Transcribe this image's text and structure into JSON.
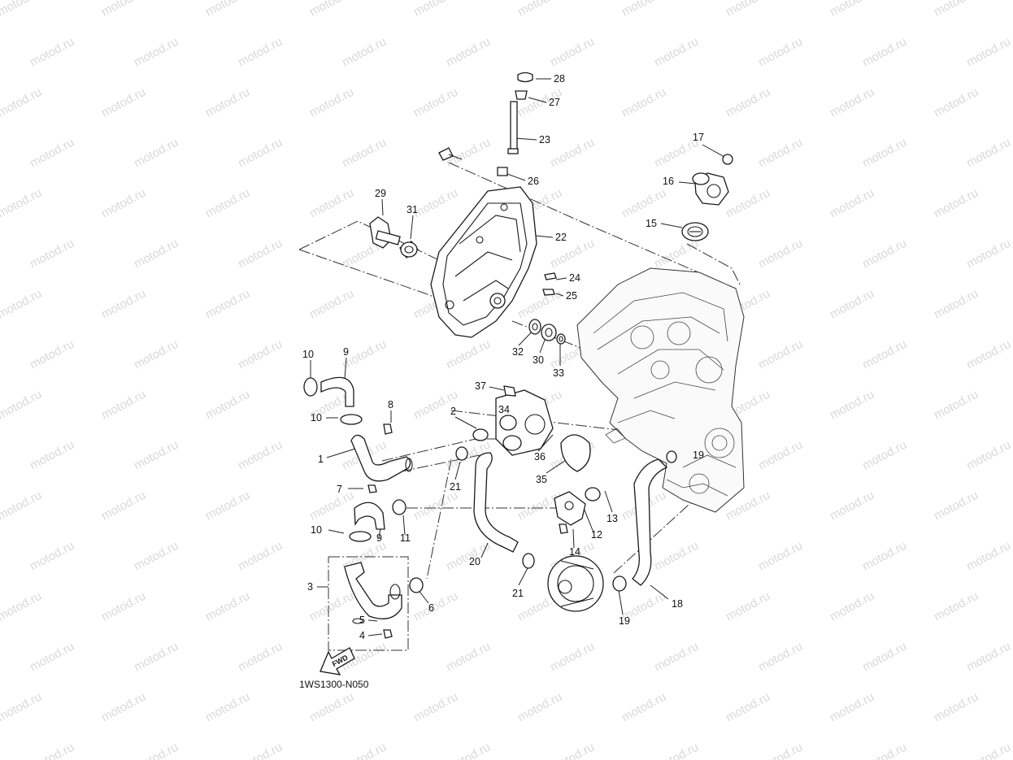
{
  "watermark": "motod.ru",
  "diagram_code": "1WS1300-N050",
  "fwd_label": "FWD",
  "labels": {
    "l1": "1",
    "l2": "2",
    "l3": "3",
    "l4": "4",
    "l5": "5",
    "l6": "6",
    "l7": "7",
    "l8": "8",
    "l9a": "9",
    "l9b": "9",
    "l10a": "10",
    "l10b": "10",
    "l10c": "10",
    "l11": "11",
    "l12": "12",
    "l13": "13",
    "l14": "14",
    "l15": "15",
    "l16": "16",
    "l17": "17",
    "l18": "18",
    "l19a": "19",
    "l19b": "19",
    "l20": "20",
    "l21a": "21",
    "l21b": "21",
    "l22": "22",
    "l23": "23",
    "l24": "24",
    "l25": "25",
    "l26": "26",
    "l27": "27",
    "l28": "28",
    "l29": "29",
    "l30": "30",
    "l31": "31",
    "l32": "32",
    "l33": "33",
    "l34": "34",
    "l35": "35",
    "l36": "36",
    "l37": "37"
  }
}
